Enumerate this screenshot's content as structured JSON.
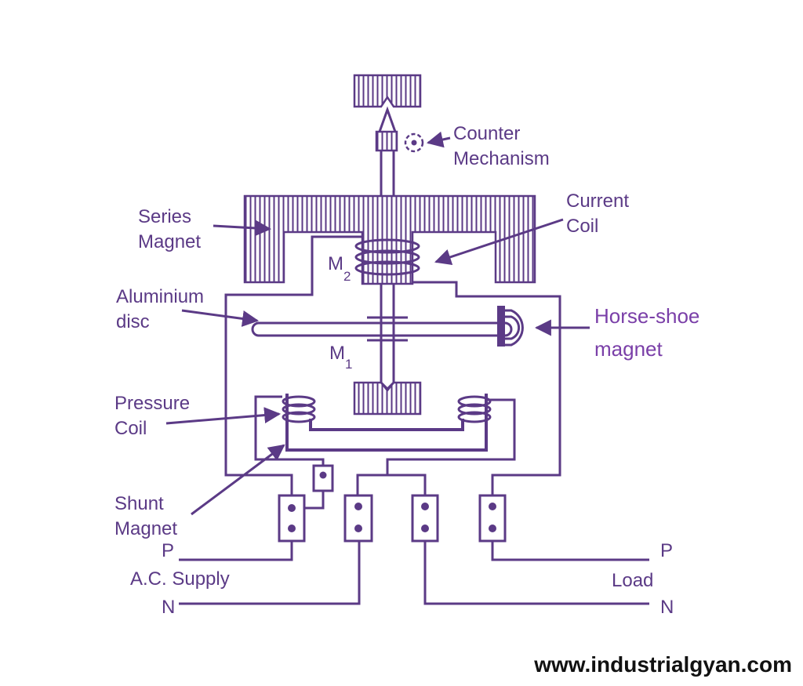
{
  "diagram": {
    "labels": {
      "counter": "Counter",
      "mechanism": "Mechanism",
      "current": "Current",
      "coil_cc": "Coil",
      "series": "Series",
      "magnet_series": "Magnet",
      "aluminium": "Aluminium",
      "disc": "disc",
      "horse_shoe": "Horse-shoe",
      "magnet_hs": "magnet",
      "pressure": "Pressure",
      "coil_pc": "Coil",
      "shunt": "Shunt",
      "magnet_shunt": "Magnet",
      "m": "M",
      "m2_sub": "2",
      "m1_sub": "1",
      "p_left": "P",
      "ac_supply": "A.C. Supply",
      "n_left": "N",
      "p_right": "P",
      "load": "Load",
      "n_right": "N"
    },
    "watermark": "www.industrialgyan.com"
  },
  "colors": {
    "line": "#5b3a86",
    "accent_label": "#7a3fa8",
    "watermark": "#111111"
  }
}
